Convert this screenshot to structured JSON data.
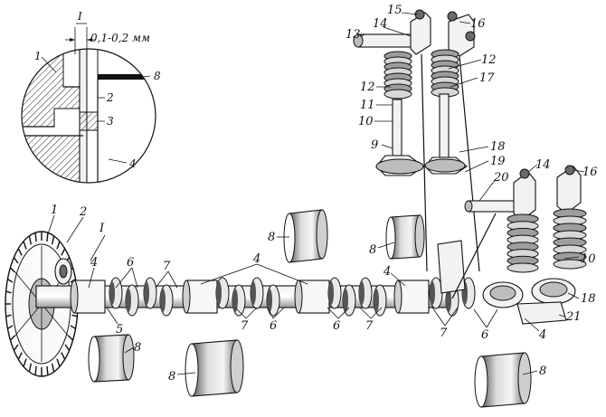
{
  "figure": {
    "inset": {
      "section_mark": "I",
      "gap_dimension": "0,1-0,2 мм",
      "callouts": [
        "1",
        "8",
        "2",
        "3",
        "4"
      ]
    },
    "main_section_mark": "I",
    "callouts": {
      "c1": "1",
      "c2": "2",
      "c4a": "4",
      "c5": "5",
      "c6a": "6",
      "c7a": "7",
      "c4b": "4",
      "c8a": "8",
      "c8b": "8",
      "c8c": "8",
      "c8d": "8",
      "c8e": "8",
      "c4c": "4",
      "c7b": "7",
      "c6b": "6",
      "c6c": "6",
      "c7c": "7",
      "c7d": "7",
      "c6d": "6",
      "c4d": "4",
      "c15": "15",
      "c14a": "14",
      "c16a": "16",
      "c13": "13",
      "c12a": "12",
      "c12b": "12",
      "c11": "11",
      "c17": "17",
      "c10a": "10",
      "c9": "9",
      "c18a": "18",
      "c19": "19",
      "c20": "20",
      "c14b": "14",
      "c16b": "16",
      "c10b": "10",
      "c18b": "18",
      "c21": "21"
    }
  }
}
